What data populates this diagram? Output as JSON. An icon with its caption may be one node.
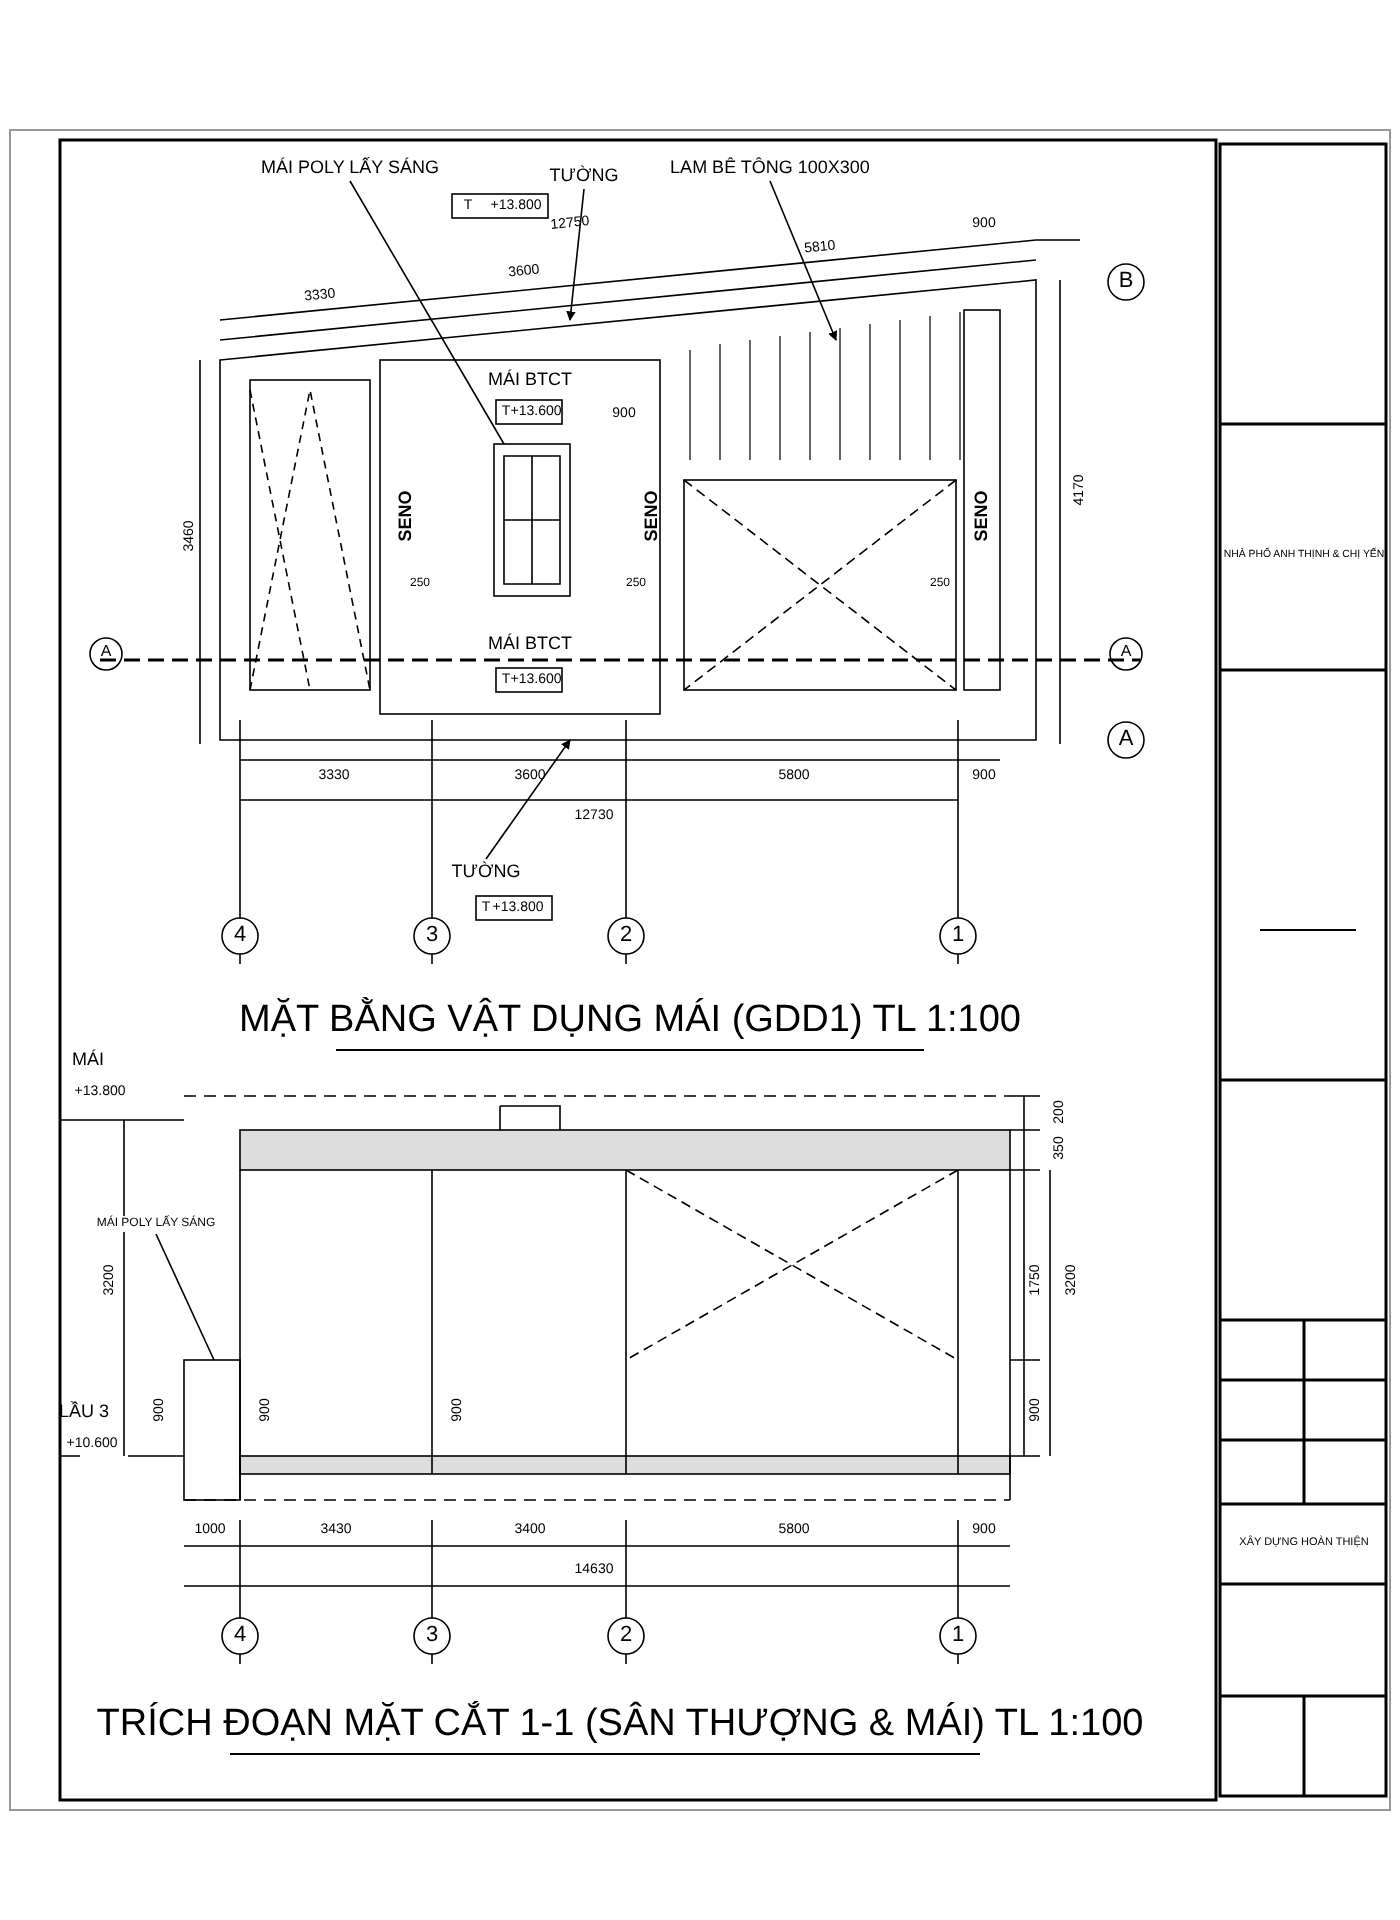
{
  "diagram": {
    "nodes": [
      {
        "text": [
          "MÁI POLY LẤY SÁNG"
        ]
      },
      {
        "text": [
          "TƯỜNG"
        ]
      },
      {
        "text": [
          "LAM BÊ TÔNG 100X300"
        ]
      },
      {
        "text": [
          "TƯỜNG"
        ]
      },
      {
        "text": [
          "MÁI POLY LẤY SÁNG"
        ]
      }
    ],
    "edges": [
      {
        "from": 0,
        "to": null,
        "arrow": "none"
      },
      {
        "from": 1,
        "to": null,
        "arrow": "to"
      },
      {
        "from": 2,
        "to": null,
        "arrow": "to"
      },
      {
        "from": 3,
        "to": null,
        "arrow": "to"
      },
      {
        "from": 4,
        "to": null,
        "arrow": "none"
      }
    ],
    "labels": [
      "T",
      "+13.800",
      "12750",
      "900",
      "3330",
      "3600",
      "5810",
      "B",
      "MÁI BTCT",
      "T",
      "+13.600",
      "900",
      "SENO",
      "SENO",
      "SENO",
      "3460",
      "4170",
      "250",
      "250",
      "250",
      "A",
      "A",
      "MÁI BTCT",
      "T",
      "+13.600",
      "A",
      "3330",
      "3600",
      "5800",
      "900",
      "12730",
      "T",
      "+13.800",
      "4",
      "3",
      "2",
      "1",
      "MẶT BẰNG VẬT DỤNG MÁI (GDD1)  TL 1:100",
      "MÁI",
      "+13.800",
      "3200",
      "200",
      "350",
      "1750",
      "3200",
      "LẦU 3",
      "+10.600",
      "900",
      "900",
      "900",
      "900",
      "1000",
      "3430",
      "3400",
      "5800",
      "900",
      "14630",
      "4",
      "3",
      "2",
      "1",
      "TRÍCH ĐOẠN MẶT CẮT 1-1 (SÂN THƯỢNG & MÁI) TL 1:100",
      "NHÀ PHỐ ANH THỊNH & CHỊ YẾN",
      "XÂY DỰNG HOÀN THIỆN"
    ]
  }
}
